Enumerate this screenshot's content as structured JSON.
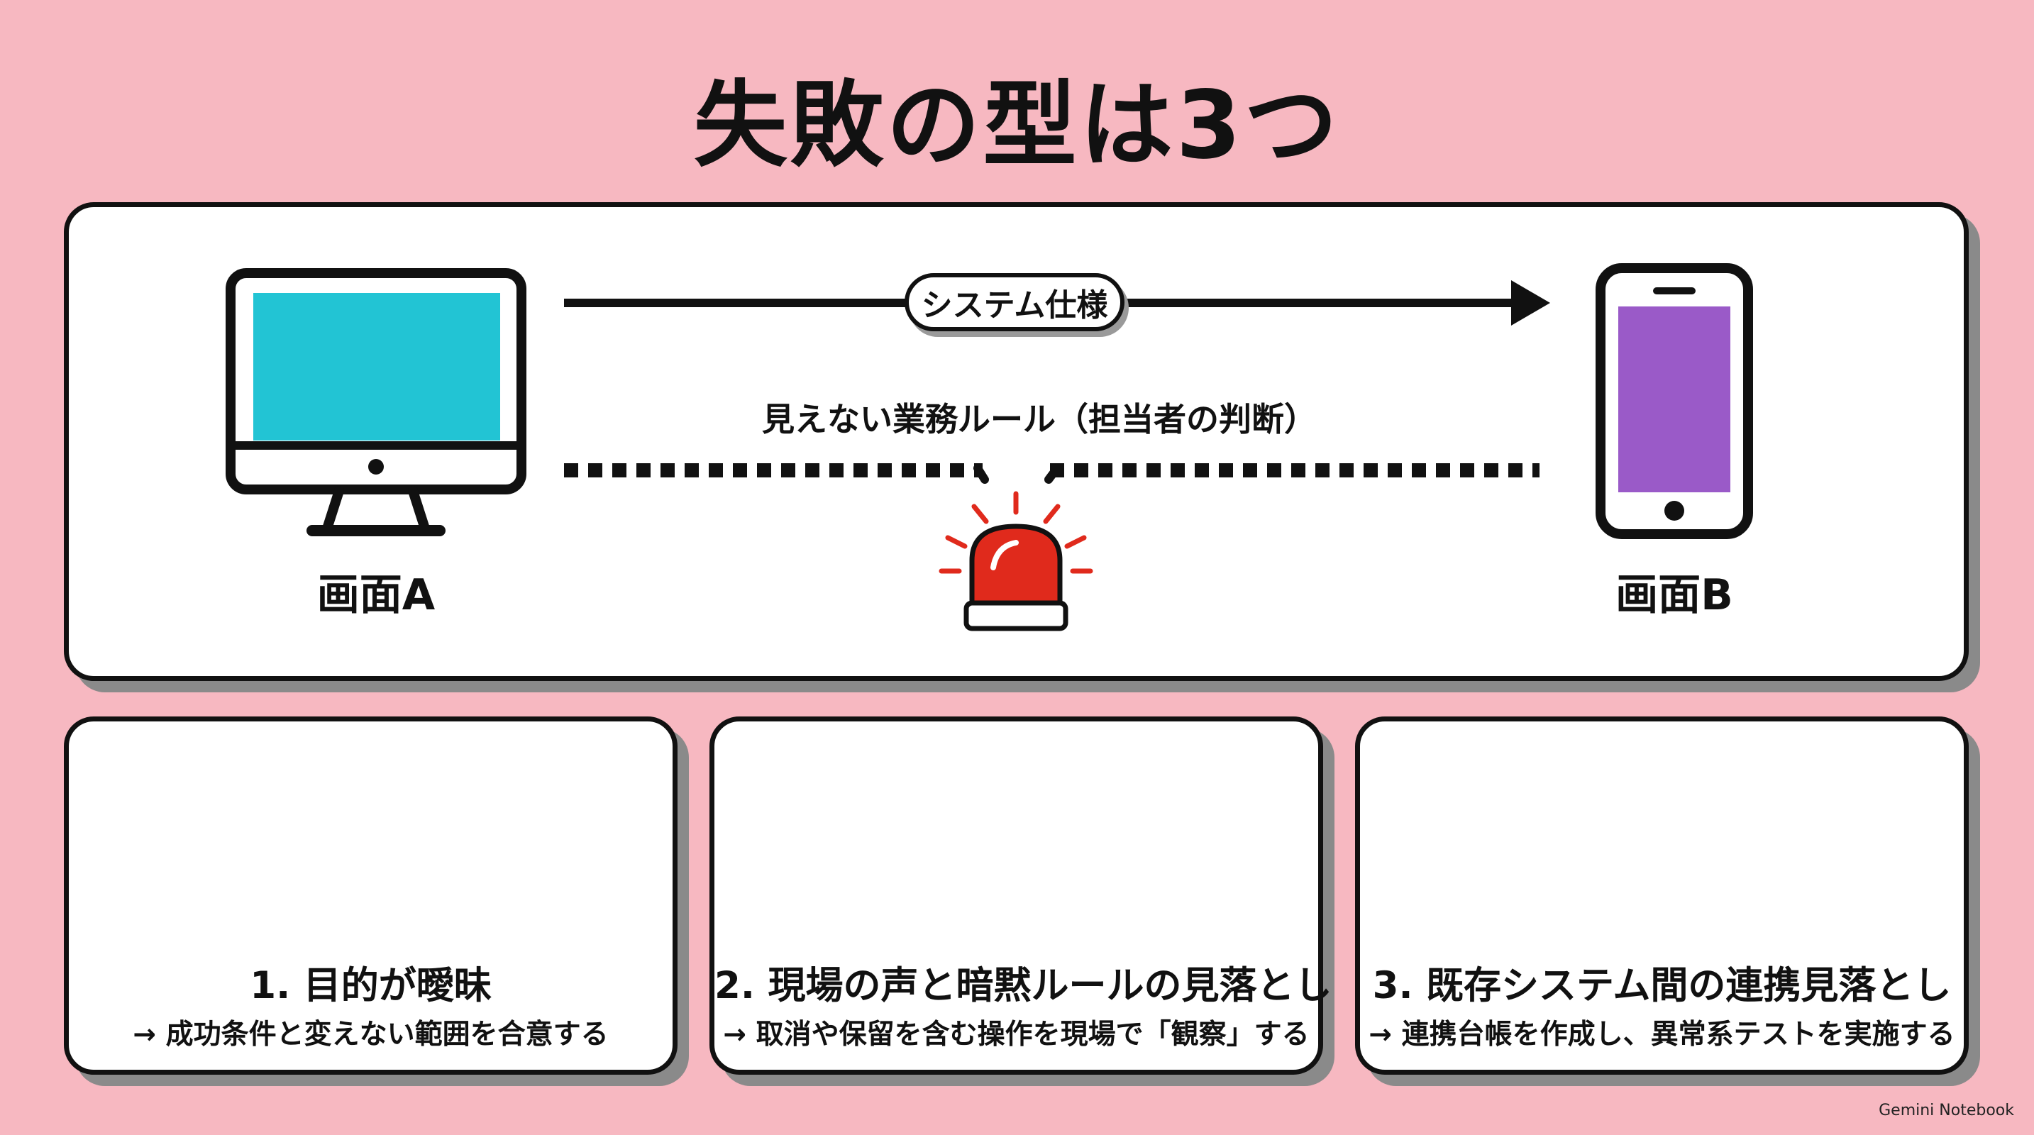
{
  "title": "失敗の型は3つ",
  "diagram": {
    "screen_a_label": "画面A",
    "screen_b_label": "画面B",
    "spec_label": "システム仕様",
    "hidden_rule_label": "見えない業務ルール（担当者の判断）",
    "colors": {
      "monitor_screen": "#22c4d4",
      "phone_screen": "#9a5ac8",
      "alarm": "#e02a1c",
      "accent_teal": "#2ec4cc",
      "warning_yellow": "#f5c518"
    },
    "icons": {
      "monitor": "monitor-icon",
      "phone": "smartphone-icon",
      "alarm": "siren-icon"
    }
  },
  "cards": [
    {
      "title": "1. 目的が曖昧",
      "subtitle": "→ 成功条件と変えない範囲を合意する",
      "icon": "blurred-target-icon"
    },
    {
      "title": "2. 現場の声と暗黙ルールの見落とし",
      "subtitle": "→ 取消や保留を含む操作を現場で「観察」する",
      "icon": "open-box-warning-icon"
    },
    {
      "title": "3. 既存システム間の連携見落とし",
      "subtitle": "→ 連携台帳を作成し、異常系テストを実施する",
      "icon": "broken-gear-icon"
    }
  ],
  "brand": "Gemini Notebook"
}
